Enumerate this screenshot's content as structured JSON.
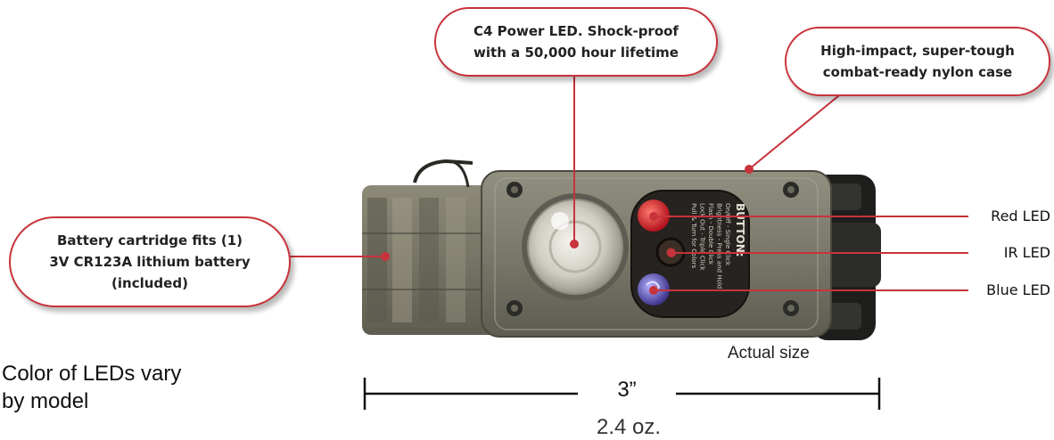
{
  "callouts": {
    "c4_led": [
      "C4 Power LED. Shock-proof",
      "with a 50,000 hour lifetime"
    ],
    "case": [
      "High-impact, super-tough",
      "combat-ready nylon case"
    ],
    "battery": [
      "Battery cartridge fits (1)",
      "3V CR123A  lithium battery",
      "(included)"
    ]
  },
  "led_labels": {
    "red": "Red LED",
    "ir": "IR LED",
    "blue": "Blue LED"
  },
  "product_text": {
    "button_heading": "BUTTON:",
    "button_lines": [
      "On/Off - Single Click",
      "Brightness - Press and Hold",
      "Flash - Double Click",
      "Lock Out - Triple Click",
      "Pull & Turn for Colors"
    ]
  },
  "note": [
    "Color of LEDs vary",
    "by model"
  ],
  "actual_size": "Actual size",
  "length": "3”",
  "weight": "2.4 oz.",
  "colors": {
    "callout_red": "#c8333b",
    "body_olive": "#7e7c6c",
    "red_led": "#d2232a",
    "blue_led": "#5a4fa8",
    "ir_led": "#2b2320"
  }
}
